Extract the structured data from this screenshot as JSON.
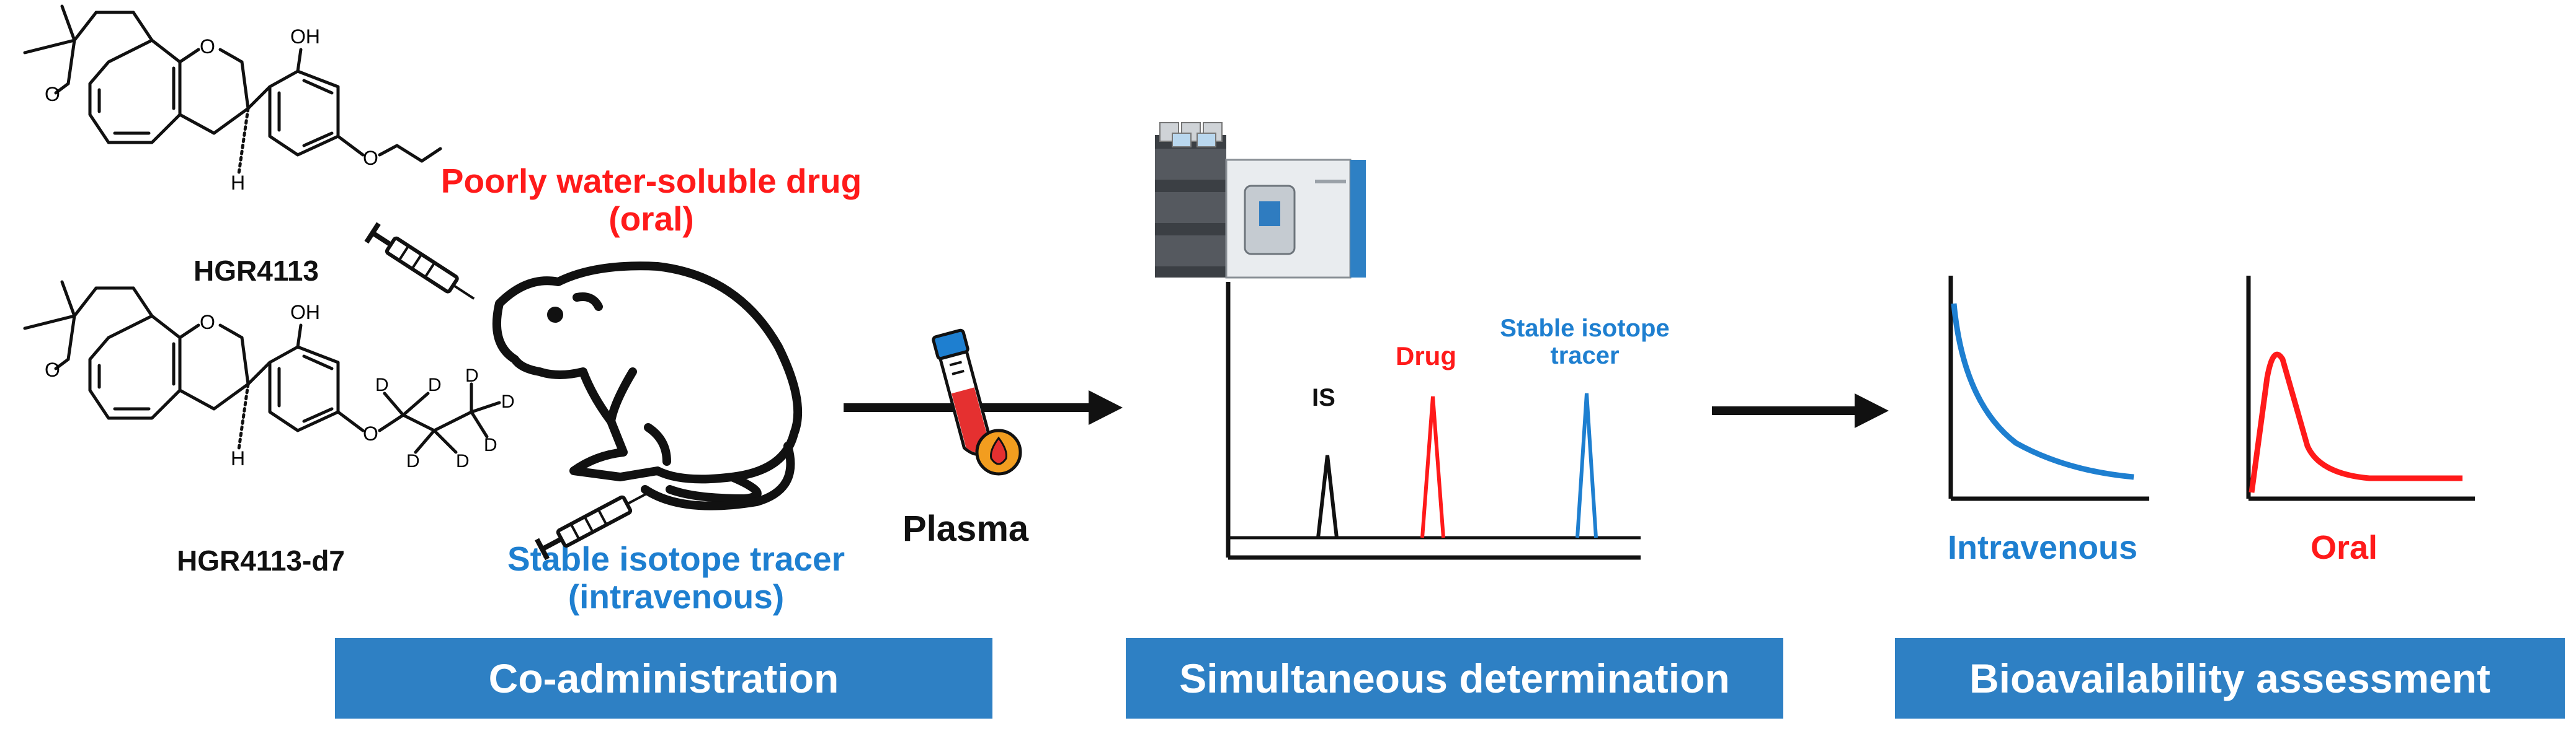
{
  "colors": {
    "drug": "#ff1a1a",
    "tracer": "#1e7fd0",
    "banner": "#2e80c4",
    "ink": "#111111"
  },
  "molecules": {
    "parent": {
      "name": "HGR4113",
      "oh": "OH",
      "ring_o": "O",
      "stereo_h": "H"
    },
    "labeled": {
      "name": "HGR4113-d7",
      "oh": "OH",
      "ring_o": "O",
      "stereo_h": "H",
      "deuterium": "D"
    }
  },
  "labels": {
    "oral_drug": [
      "Poorly water-soluble drug",
      "(oral)"
    ],
    "iv_tracer": [
      "Stable isotope tracer",
      "(intravenous)"
    ],
    "plasma": "Plasma",
    "peak_is": "IS",
    "peak_drug": "Drug",
    "peak_tracer": [
      "Stable isotope",
      "tracer"
    ],
    "curve_iv": "Intravenous",
    "curve_oral": "Oral"
  },
  "banners": [
    {
      "label": "Co-administration"
    },
    {
      "label": "Simultaneous determination"
    },
    {
      "label": "Bioavailability assessment"
    }
  ],
  "icons": [
    "syringe-icon",
    "rat-icon",
    "blood-tube-icon",
    "lc-ms-instrument-icon",
    "arrow-icon"
  ]
}
